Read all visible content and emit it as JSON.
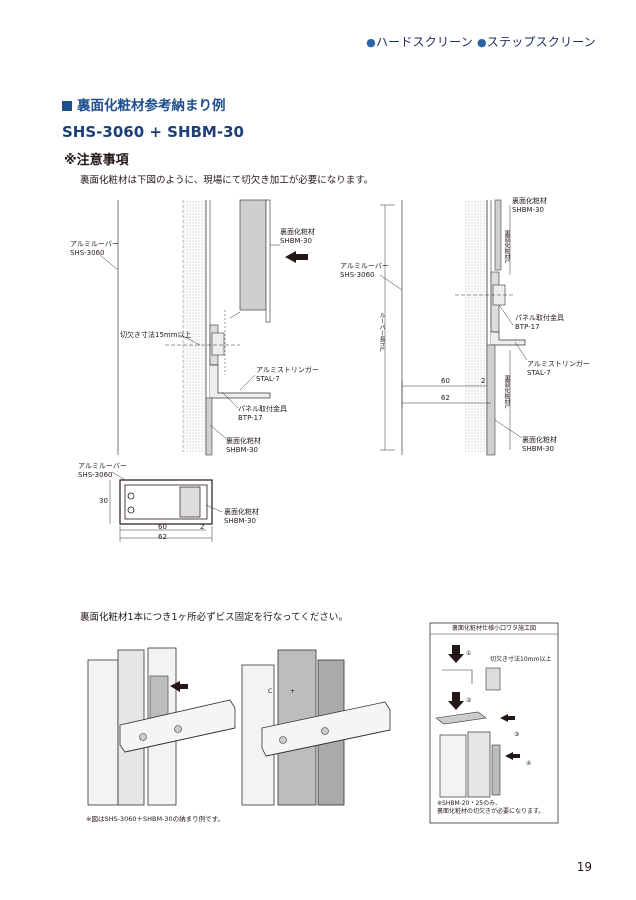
{
  "header": {
    "item1": "ハードスクリーン",
    "item2": "ステップスクリーン"
  },
  "section_title": "裏面化粧材参考納まり例",
  "model": "SHS-3060 + SHBM-30",
  "caution": "※注意事項",
  "description": "裏面化粧材は下図のように、現場にて切欠き加工が必要になります。",
  "left_diagram": {
    "aluminum_louver": "アルミルーバー",
    "louver_model": "SHS-3060",
    "back_cosmetic": "裏面化粧材",
    "back_model": "SHBM-30",
    "notch": "切欠き寸法15mm以上",
    "stringer": "アルミストリンガー",
    "stringer_model": "STAL-7",
    "panel_bracket": "パネル取付金具",
    "panel_model": "BTP-17",
    "bottom_back": "裏面化粧材",
    "bottom_back_model": "SHBM-30"
  },
  "right_diagram": {
    "back_cosmetic": "裏面化粧材",
    "back_model": "SHBM-30",
    "aluminum_louver": "アルミルーバー",
    "louver_model": "SHS-3060",
    "panel_bracket": "パネル取付金具",
    "panel_model": "BTP-17",
    "stringer": "アルミストリンガー",
    "stringer_model": "STAL-7",
    "bottom_back": "裏面化粧材",
    "bottom_back_model": "SHBM-30",
    "louver_length": "ルーバー長さL",
    "back_length_top": "裏面化粧材L",
    "back_length_bottom": "裏面化粧材L",
    "dim_60": "60",
    "dim_2": "2",
    "dim_62": "62"
  },
  "section_diagram": {
    "aluminum_louver": "アルミルーバー",
    "louver_model": "SHS-3060",
    "back_cosmetic": "裏面化粧材",
    "back_model": "SHBM-30",
    "dim_30": "30",
    "dim_60": "60",
    "dim_2": "2",
    "dim_62": "62"
  },
  "instruction": "裏面化粧材1本につき1ヶ所必ずビス固定を行なってください。",
  "iso_marks": {
    "mark_c": "C",
    "mark_plus": "+"
  },
  "procedure_box": {
    "title": "裏面化粧材仕様小口ワタ施工図",
    "notch": "切欠き寸法10mm以上",
    "step1": "①",
    "step2": "②",
    "step3": "③",
    "step4": "④",
    "note_line1": "※SHBM-20・25のみ、",
    "note_line2": "裏面化粧材の切欠きが必要になります。"
  },
  "footnote": "※図はSHS-3060＋SHBM-30の納まり例です。",
  "page_number": "19"
}
